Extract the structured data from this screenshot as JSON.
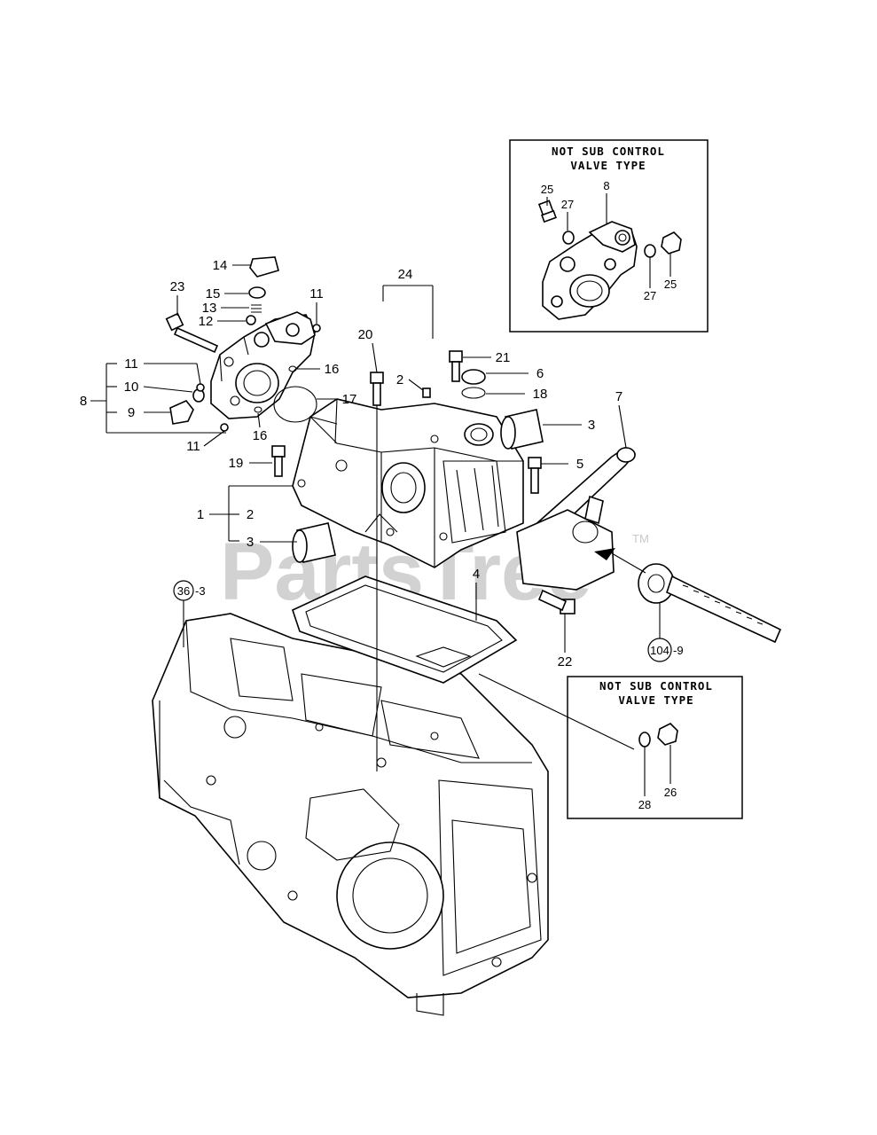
{
  "watermark": {
    "text": "PartsTree",
    "tm": "TM"
  },
  "insets": {
    "top": {
      "title_line1": "NOT SUB CONTROL",
      "title_line2": "VALVE TYPE",
      "labels": {
        "l25a": "25",
        "l8": "8",
        "l27a": "27",
        "l27b": "27",
        "l25b": "25"
      }
    },
    "bottom": {
      "title_line1": "NOT SUB CONTROL",
      "title_line2": "VALVE TYPE",
      "labels": {
        "l28": "28",
        "l26": "26"
      }
    }
  },
  "callouts": {
    "l14": "14",
    "l23": "23",
    "l15": "15",
    "l13": "13",
    "l12": "12",
    "l11a": "11",
    "l11b": "11",
    "l10": "10",
    "l8": "8",
    "l9": "9",
    "l11c": "11",
    "l16a": "16",
    "l17": "17",
    "l16b": "16",
    "l24": "24",
    "l20": "20",
    "l21": "21",
    "l2a": "2",
    "l6": "6",
    "l18": "18",
    "l3a": "3",
    "l7": "7",
    "l19": "19",
    "l5": "5",
    "l1": "1",
    "l2b": "2",
    "l3b": "3",
    "l4": "4",
    "l22": "22",
    "ref36": "36",
    "ref36suffix": "-3",
    "ref104": "104",
    "ref104suffix": "-9"
  }
}
